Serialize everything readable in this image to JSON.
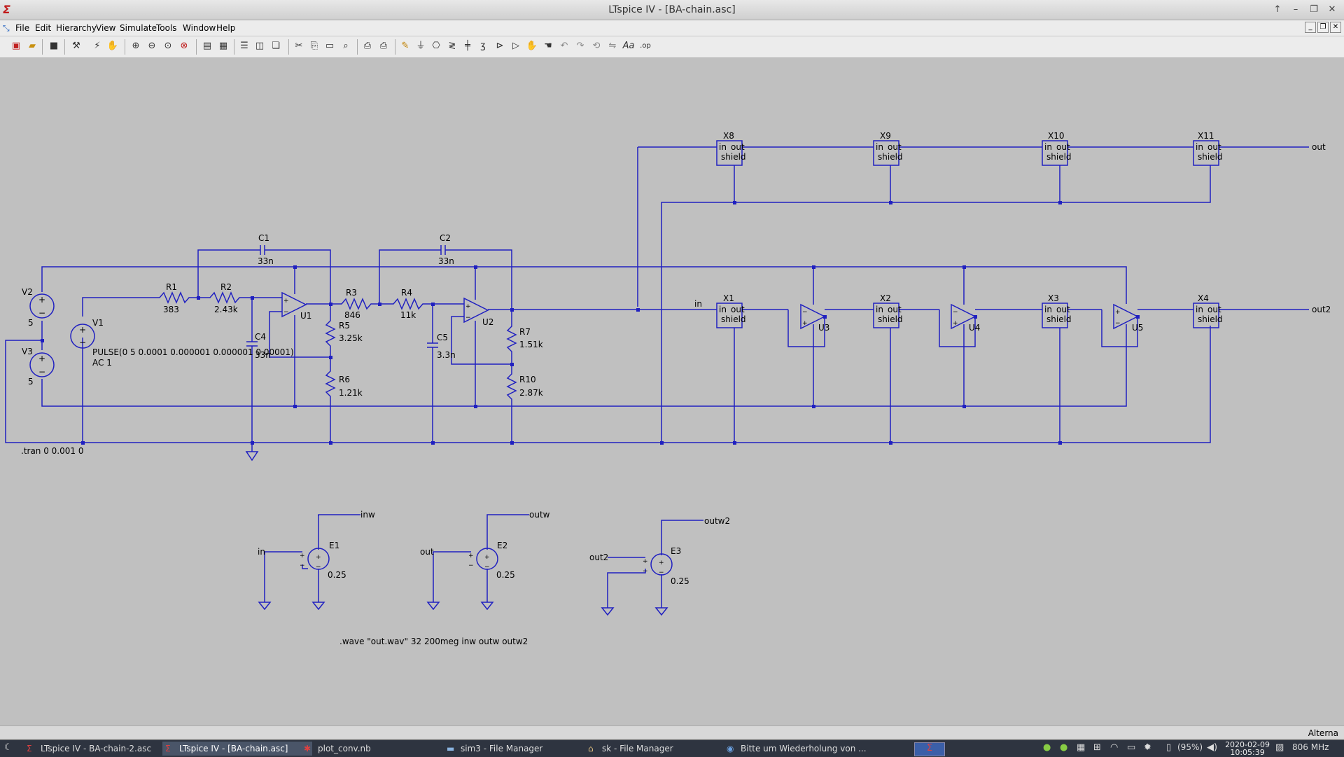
{
  "window": {
    "title": "LTspice IV - [BA-chain.asc]"
  },
  "menu": [
    "File",
    "Edit",
    "Hierarchy",
    "View",
    "Simulate",
    "Tools",
    "Window",
    "Help"
  ],
  "toolbar_icons": [
    "new-schematic-icon",
    "open-icon",
    "save-icon",
    "control-panel-icon",
    "run-icon",
    "halt-icon",
    "zoom-in-icon",
    "zoom-out-icon",
    "zoom-fit-icon",
    "zoom-cancel-icon",
    "waveform-icon",
    "autorange-icon",
    "tile-horizontal-icon",
    "tile-vertical-icon",
    "cascade-icon",
    "cut-icon",
    "copy-icon",
    "paste-icon",
    "find-icon",
    "print-setup-icon",
    "print-icon",
    "wire-icon",
    "ground-icon",
    "label-icon",
    "resistor-icon",
    "capacitor-icon",
    "inductor-icon",
    "diode-icon",
    "component-icon",
    "move-icon",
    "drag-icon",
    "undo-icon",
    "redo-icon",
    "rotate-icon",
    "mirror-icon",
    "text-icon",
    "spice-directive-icon"
  ],
  "components": {
    "V2": {
      "name": "V2",
      "value": "5"
    },
    "V3": {
      "name": "V3",
      "value": "5"
    },
    "V1": {
      "name": "V1",
      "value": "PULSE(0 5 0.0001 0.000001 0.000001 0.00001)",
      "value2": "AC 1"
    },
    "R1": {
      "name": "R1",
      "value": "383"
    },
    "R2": {
      "name": "R2",
      "value": "2.43k"
    },
    "R3": {
      "name": "R3",
      "value": "846"
    },
    "R4": {
      "name": "R4",
      "value": "11k"
    },
    "R5": {
      "name": "R5",
      "value": "3.25k"
    },
    "R6": {
      "name": "R6",
      "value": "1.21k"
    },
    "R7": {
      "name": "R7",
      "value": "1.51k"
    },
    "R10": {
      "name": "R10",
      "value": "2.87k"
    },
    "C1": {
      "name": "C1",
      "value": "33n"
    },
    "C2": {
      "name": "C2",
      "value": "33n"
    },
    "C4": {
      "name": "C4",
      "value": "33n"
    },
    "C5": {
      "name": "C5",
      "value": "3.3n"
    },
    "U1": {
      "name": "U1"
    },
    "U2": {
      "name": "U2"
    },
    "U3": {
      "name": "U3"
    },
    "U4": {
      "name": "U4"
    },
    "U5": {
      "name": "U5"
    },
    "E1": {
      "name": "E1",
      "value": "0.25"
    },
    "E2": {
      "name": "E2",
      "value": "0.25"
    },
    "E3": {
      "name": "E3",
      "value": "0.25"
    }
  },
  "subcircuits": [
    {
      "name": "X8",
      "in": "in",
      "out": "out",
      "shield": "shield"
    },
    {
      "name": "X9",
      "in": "in",
      "out": "out",
      "shield": "shield"
    },
    {
      "name": "X10",
      "in": "in",
      "out": "out",
      "shield": "shield"
    },
    {
      "name": "X11",
      "in": "in",
      "out": "out",
      "shield": "shield"
    },
    {
      "name": "X1",
      "in": "in",
      "out": "out",
      "shield": "shield"
    },
    {
      "name": "X2",
      "in": "in",
      "out": "out",
      "shield": "shield"
    },
    {
      "name": "X3",
      "in": "in",
      "out": "out",
      "shield": "shield"
    },
    {
      "name": "X4",
      "in": "in",
      "out": "out",
      "shield": "shield"
    }
  ],
  "net_labels": {
    "in": "in",
    "out": "out",
    "out2": "out2",
    "inw": "inw",
    "outw": "outw",
    "outw2": "outw2",
    "e1_in": "in",
    "e2_in": "out",
    "e3_in": "out2"
  },
  "directives": {
    "tran": ".tran 0 0.001 0",
    "wave": ".wave \"out.wav\" 32 200meg inw outw outw2"
  },
  "status": {
    "right": "Alterna"
  },
  "taskbar": {
    "tasks": [
      {
        "label": "LTspice IV - BA-chain-2.asc",
        "icon": "ltspice-icon",
        "active": false
      },
      {
        "label": "LTspice IV - [BA-chain.asc]",
        "icon": "ltspice-icon",
        "active": true
      },
      {
        "label": "plot_conv.nb",
        "icon": "mathematica-icon",
        "active": false
      },
      {
        "label": "sim3 - File Manager",
        "icon": "folder-icon",
        "active": false
      },
      {
        "label": "sk - File Manager",
        "icon": "home-icon",
        "active": false
      },
      {
        "label": "Bitte um Wiederholung von ...",
        "icon": "browser-icon",
        "active": false
      }
    ],
    "battery": "(95%)",
    "date": "2020-02-09",
    "time": "10:05:39",
    "cpu": "806 MHz"
  },
  "colors": {
    "wire": "#2020c0",
    "background": "#c0c0c0",
    "junction": "#2020c0"
  }
}
